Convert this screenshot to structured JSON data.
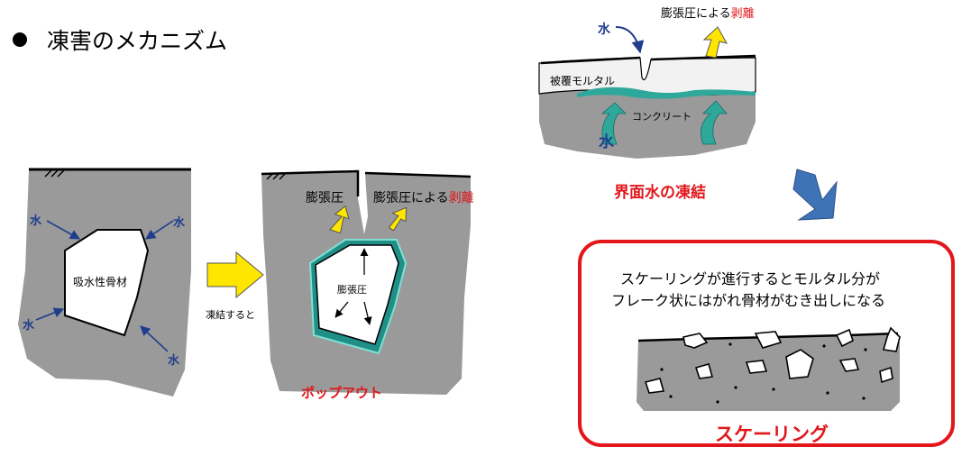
{
  "title": "凍害のメカニズム",
  "popout": {
    "before": {
      "aggregate_label": "吸水性骨材",
      "water_labels": [
        "水",
        "水",
        "水",
        "水"
      ]
    },
    "transition_label": "凍結すると",
    "after": {
      "pressure_top_label": "膨張圧",
      "pressure_inner_label": "膨張圧",
      "peel_label_prefix": "膨張圧による",
      "peel_label_highlight": "剥離"
    },
    "caption": "ポップアウト"
  },
  "interface": {
    "peel_label_prefix": "膨張圧による",
    "peel_label_highlight": "剥離",
    "water_top": "水",
    "mortar_label": "被覆モルタル",
    "concrete_label": "コンクリート",
    "water_bottom": "水",
    "caption": "界面水の凍結"
  },
  "scaling": {
    "description_line1": "スケーリングが進行するとモルタル分が",
    "description_line2": "フレーク状にはがれ骨材がむき出しになる",
    "caption": "スケーリング"
  },
  "colors": {
    "concrete_gray": "#9a9a9a",
    "highlight_red": "#e0161b",
    "water_blue": "#1f3d8c",
    "arrow_yellow": "#ffe600",
    "ice_teal": "#2fa89c",
    "big_arrow_blue": "#3f73b8"
  }
}
